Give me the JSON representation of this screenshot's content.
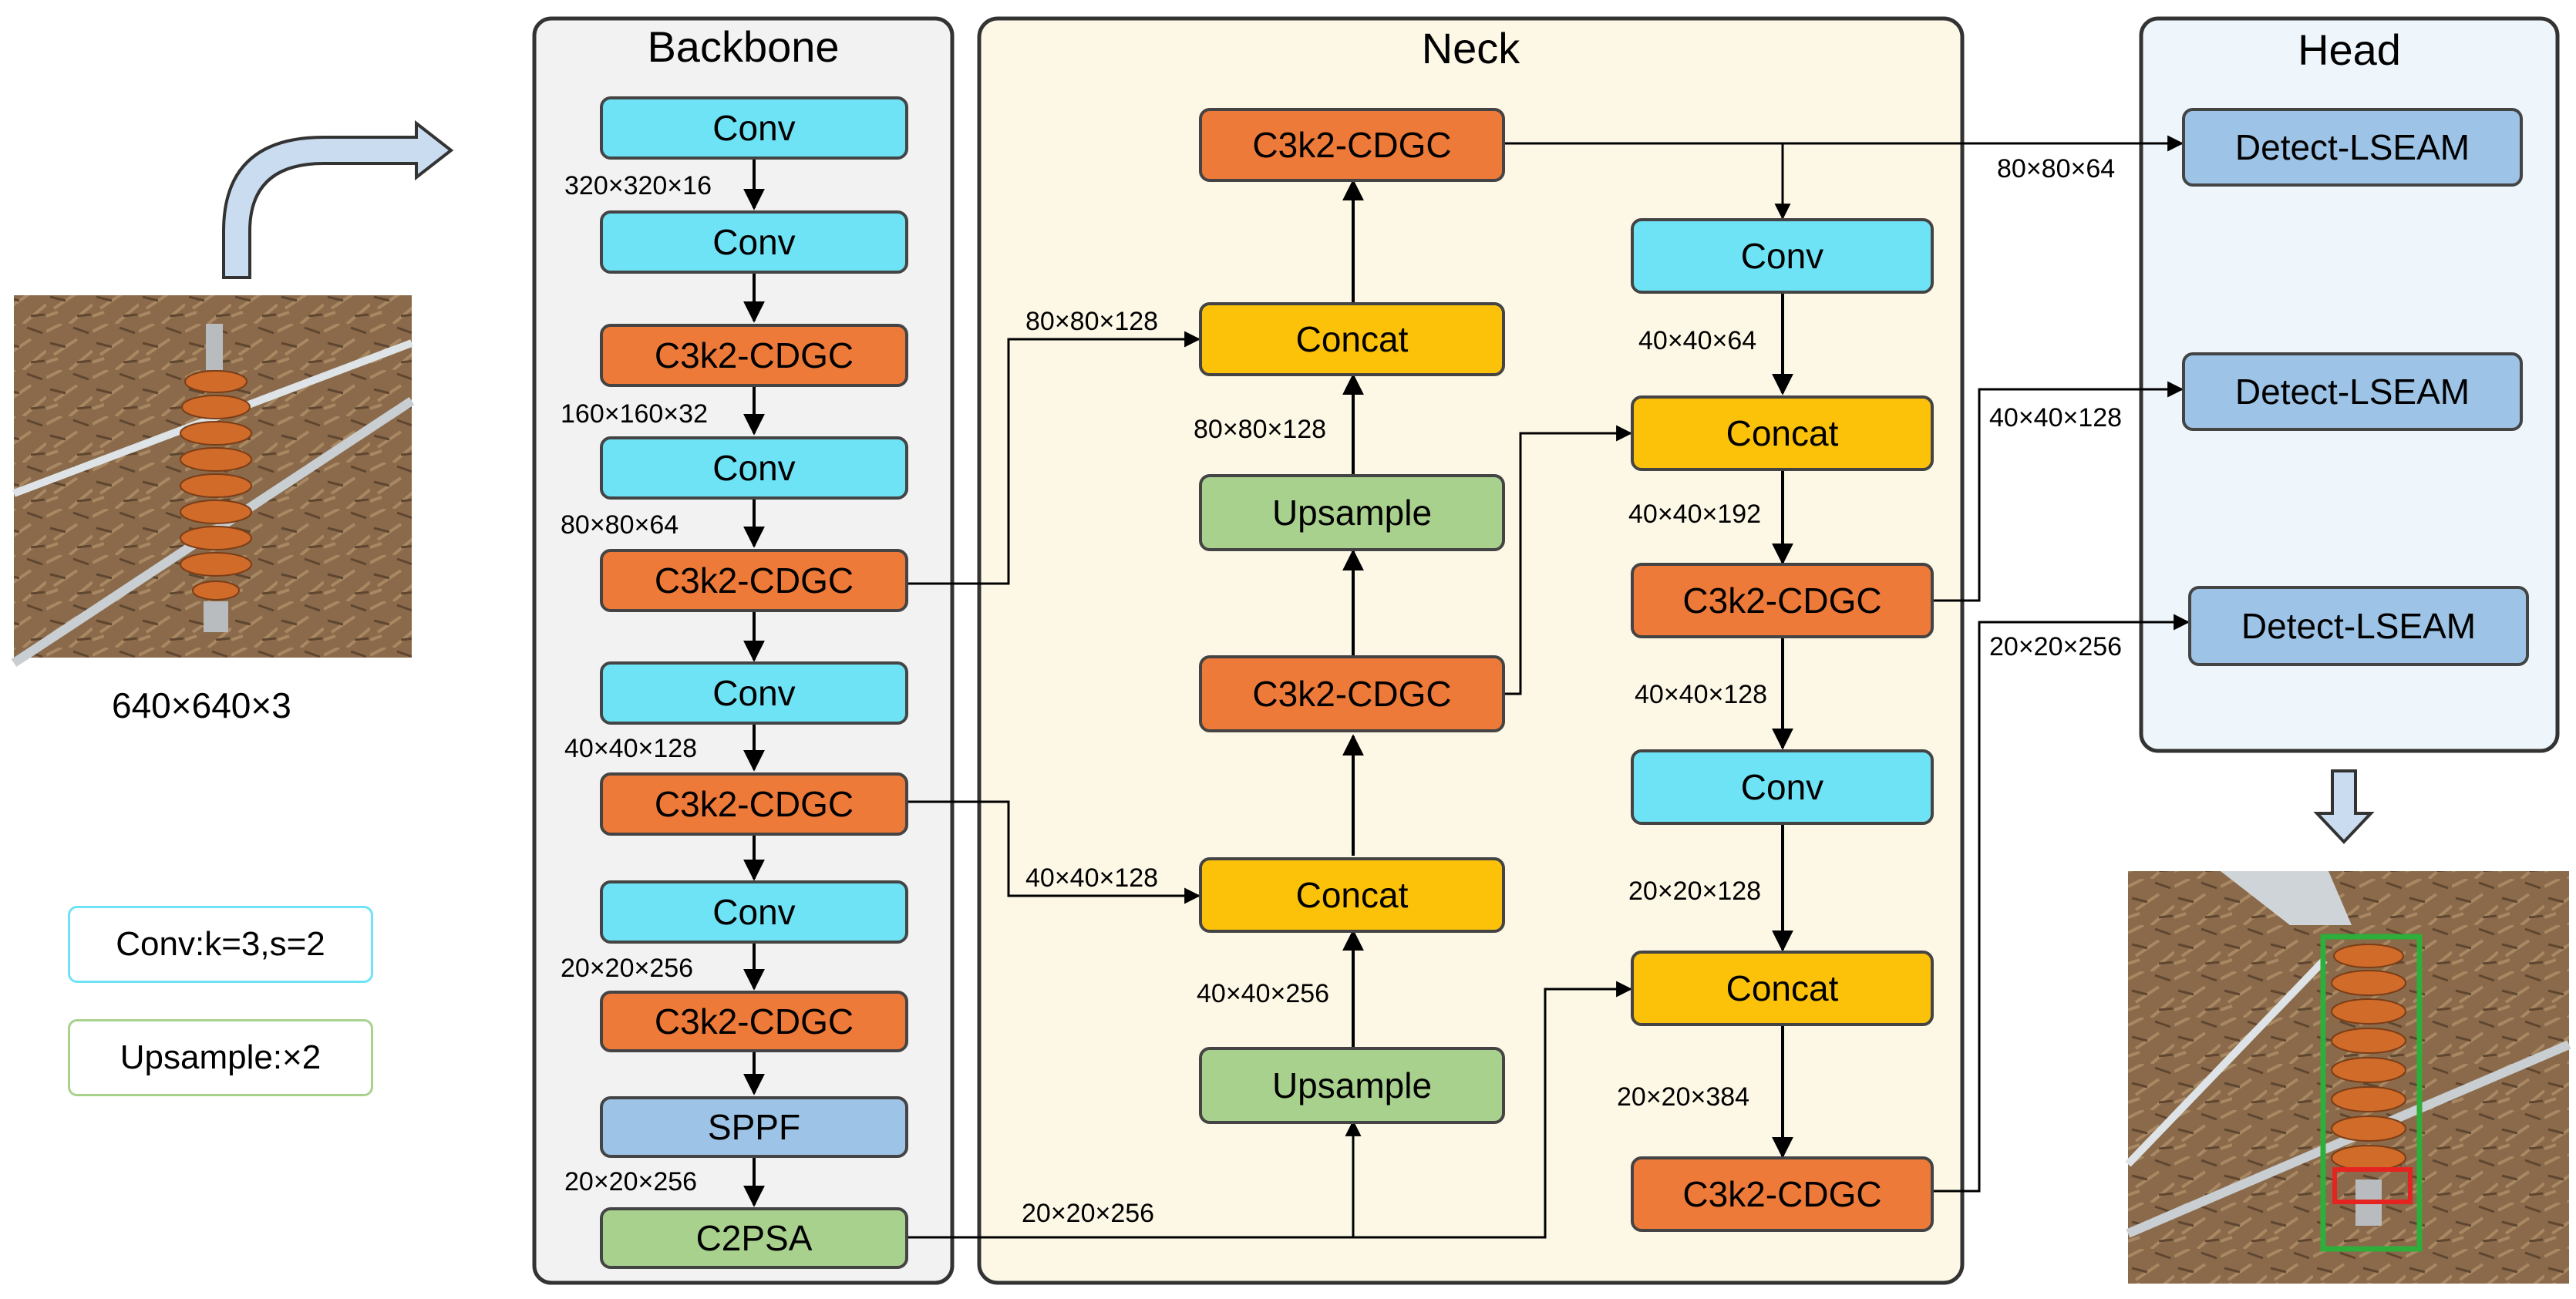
{
  "colors": {
    "conv": "#6ee3f5",
    "c3k2_cdgc": "#ee7a3a",
    "concat": "#fcc20a",
    "upsample": "#a9d18e",
    "sppf": "#9dc3e6",
    "detect": "#9dc3e6",
    "backbone_bg": "#f2f2f2",
    "neck_bg": "#fdf8e6",
    "head_bg": "#eef6fb",
    "arrow_fill": "#c9dcf0",
    "detection_box": "#2eae3a",
    "highlight_box": "#e52421"
  },
  "panels": {
    "backbone": "Backbone",
    "neck": "Neck",
    "head": "Head"
  },
  "input": {
    "size_label": "640×640×3"
  },
  "legend": {
    "conv": "Conv:k=3,s=2",
    "upsample": "Upsample:×2"
  },
  "backbone": {
    "blocks": [
      "Conv",
      "Conv",
      "C3k2-CDGC",
      "Conv",
      "C3k2-CDGC",
      "Conv",
      "C3k2-CDGC",
      "Conv",
      "C3k2-CDGC",
      "SPPF",
      "C2PSA"
    ],
    "dims": [
      "320×320×16",
      "160×160×32",
      "80×80×64",
      "40×40×128",
      "20×20×256",
      "20×20×256"
    ]
  },
  "neck": {
    "left_blocks": [
      "C3k2-CDGC",
      "Concat",
      "Upsample",
      "C3k2-CDGC",
      "Concat",
      "Upsample"
    ],
    "right_blocks": [
      "Conv",
      "Concat",
      "C3k2-CDGC",
      "Conv",
      "Concat",
      "C3k2-CDGC"
    ],
    "dims": [
      "80×80×128",
      "80×80×128",
      "40×40×128",
      "40×40×256",
      "20×20×256",
      "40×40×64",
      "40×40×192",
      "40×40×128",
      "20×20×128",
      "20×20×384"
    ]
  },
  "head": {
    "blocks": [
      "Detect-LSEAM",
      "Detect-LSEAM",
      "Detect-LSEAM"
    ],
    "dims": [
      "80×80×64",
      "40×40×128",
      "20×20×256"
    ]
  }
}
